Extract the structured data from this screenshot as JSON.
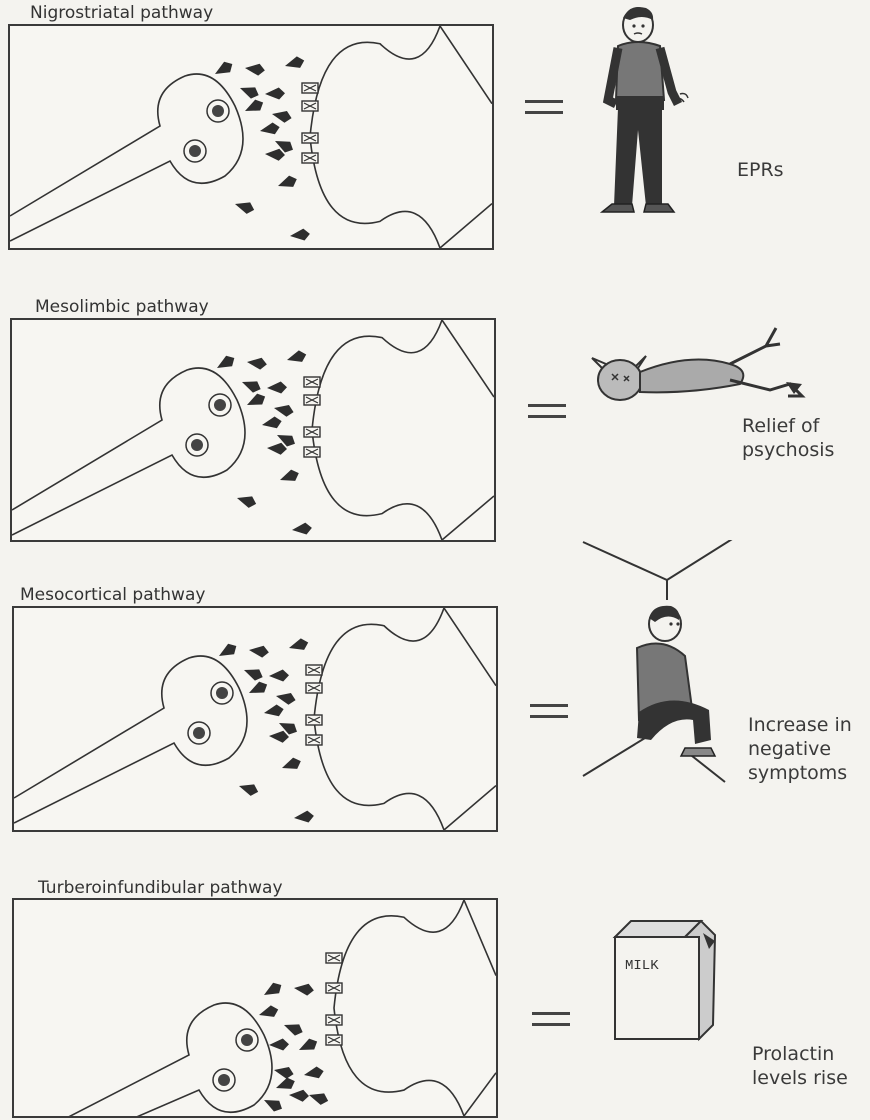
{
  "pathways": [
    {
      "title": "Nigrostriatal pathway",
      "effect": [
        "EPRs"
      ],
      "figure": "standing-person-tremor"
    },
    {
      "title": "Mesolimbic pathway",
      "effect": [
        "Relief of",
        "psychosis"
      ],
      "figure": "defeated-devil"
    },
    {
      "title": "Mesocortical pathway",
      "effect": [
        "Increase in",
        "negative",
        "symptoms"
      ],
      "figure": "person-sitting-in-corner"
    },
    {
      "title": "Turberoinfundibular pathway",
      "effect": [
        "Prolactin",
        "levels rise"
      ],
      "figure": "milk-carton"
    }
  ],
  "figure_text": {
    "milk_label": "MILK"
  },
  "equals_symbol": "="
}
